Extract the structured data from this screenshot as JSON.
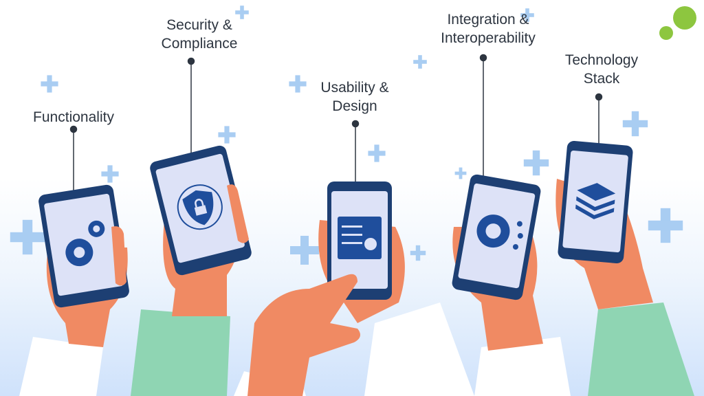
{
  "labels": {
    "functionality": "Functionality",
    "security": [
      "Security &",
      "Compliance"
    ],
    "usability": [
      "Usability &",
      "Design"
    ],
    "integration": [
      "Integration &",
      "Interoperability"
    ],
    "technology": [
      "Technology",
      "Stack"
    ]
  },
  "colors": {
    "text": "#2d3540",
    "phone_frame": "#1d3f73",
    "phone_screen": "#dde2f7",
    "screen_icon": "#1f4e9c",
    "skin": "#f08a63",
    "sleeve_green": "#8fd5b3",
    "sleeve_white": "#ffffff",
    "plus": "#a9cdf2",
    "logo": "#8dc63f"
  },
  "icons": [
    "gears-icon",
    "shield-lock-icon",
    "touch-checklist-icon",
    "gear-circuit-icon",
    "layers-stack-icon"
  ]
}
